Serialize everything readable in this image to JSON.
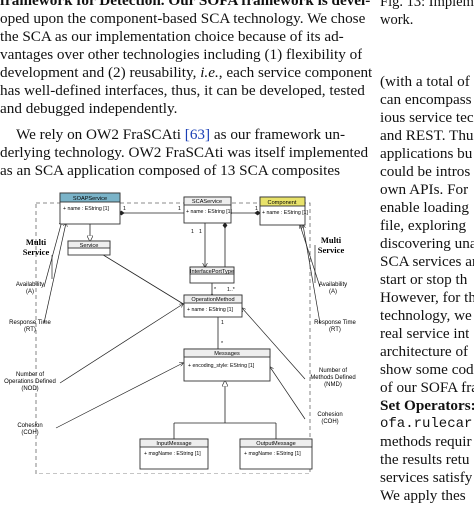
{
  "left_column": {
    "lines": [
      "framework for Detection. Our SOFA framework is devel-",
      "oped upon the component-based SCA technology. We chose",
      "the SCA as our implementation choice because of its ad-",
      "vantages over other technologies including (1) flexibility of",
      "development and (2) reusability,",
      "i.e.",
      ", each service component",
      "has well-defined interfaces, thus, it can be developed, tested",
      "and debugged independently.",
      "We rely on OW2 FraSCAti",
      "[63]",
      "as our framework un-",
      "derlying technology. OW2 FraSCAti was itself implemented",
      "as an SCA application composed of 13 SCA composites"
    ]
  },
  "right_column": {
    "caption_lines": [
      "Fig. 13: Impleme",
      "work."
    ],
    "lines": [
      "(with a total of",
      "can encompass",
      "ious service tec",
      "and REST. Thu",
      "applications bu",
      "could be intros",
      "own APIs. For",
      "enable loading",
      "file, exploring",
      "discovering una",
      "SCA services an",
      "start or stop th",
      "However, for th",
      "technology, we",
      "real service int",
      "architecture of",
      "show some cod",
      "of our SOFA fra",
      "Set Operators:",
      "ofa.rulecar",
      "methods requir",
      "the results retu",
      "services satisfy",
      "We apply thes"
    ]
  },
  "figure": {
    "classes": {
      "soap": {
        "name": "SOAPService",
        "attr": "+ name : EString [1]"
      },
      "sca": {
        "name": "SCAService",
        "attr": "+ name : EString [1]"
      },
      "component": {
        "name": "Component",
        "attr": "+ name : EString [1]"
      },
      "service": {
        "name": "Service"
      },
      "interface": {
        "name": "InterfacePortType"
      },
      "opmethod": {
        "name": "OperationMethod",
        "attr": "+ name : EString [1]"
      },
      "messages": {
        "name": "Messages",
        "attr": "+ encoding_style: EString [1]"
      },
      "input": {
        "name": "InputMessage",
        "attr": "+ msgName : EString [1]"
      },
      "output": {
        "name": "OutputMessage",
        "attr": "+ msgName : EString [1]"
      }
    },
    "labels": {
      "multi_left": [
        "Multi",
        "Service"
      ],
      "multi_right": [
        "Multi",
        "Service"
      ],
      "availability_left": [
        "Availability",
        "(A)"
      ],
      "response_time_left": [
        "Response Time",
        "(RT)"
      ],
      "nod_left": [
        "Number of",
        "Operations Defined",
        "(NOD)"
      ],
      "cohesion_left": [
        "Cohesion",
        "(COH)"
      ],
      "availability_right": [
        "Availability",
        "(A)"
      ],
      "response_time_right": [
        "Response Time",
        "(RT)"
      ],
      "nmd_right": [
        "Number of",
        "Methods Defined",
        "(NMD)"
      ],
      "cohesion_right": [
        "Cohesion",
        "(COH)"
      ]
    },
    "multiplicities": [
      "1",
      "1",
      "1",
      "1",
      "1..*",
      "*",
      "1",
      "*",
      "1"
    ]
  },
  "colors": {
    "soap_header": "#7ab3c8",
    "component_header": "#e8e26a",
    "class_header": "#eeeeee",
    "link": "#1a3fb5"
  }
}
